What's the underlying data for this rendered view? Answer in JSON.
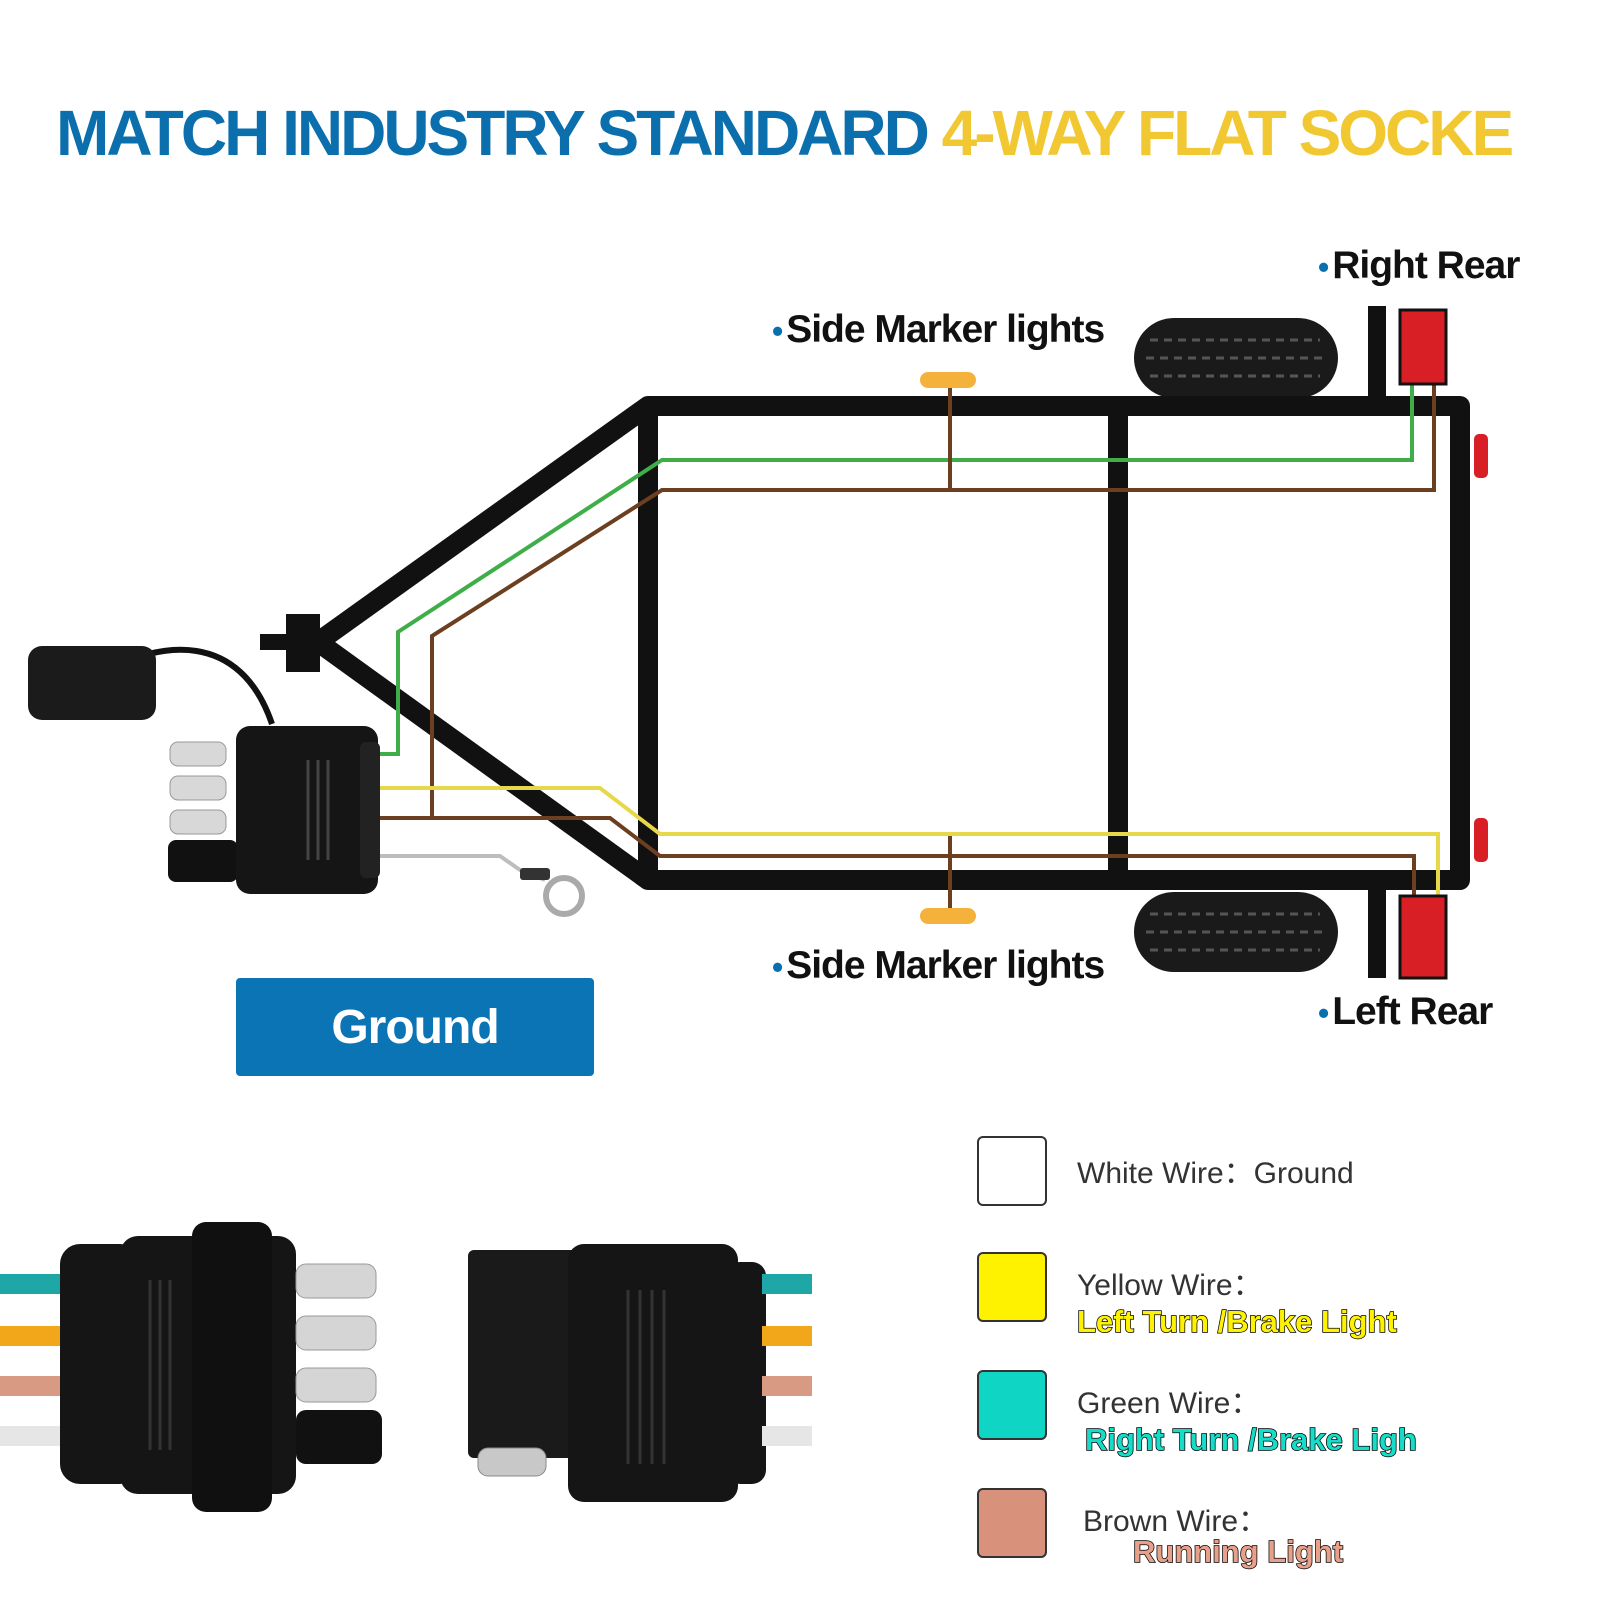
{
  "title": {
    "part1": "MATCH INDUSTRY STANDARD",
    "part2": "4-WAY FLAT SOCKE"
  },
  "labels": {
    "right_rear": "Right Rear",
    "left_rear": "Left Rear",
    "side_marker_top": "Side Marker lights",
    "side_marker_bottom": "Side Marker lights",
    "bullet": "•"
  },
  "ground_button": {
    "label": "Ground"
  },
  "legend": [
    {
      "wire": "White Wire：Ground",
      "desc": "",
      "color": "#ffffff",
      "desc_color": ""
    },
    {
      "wire": "Yellow Wire：",
      "desc": "Left  Turn /Brake  Light",
      "color": "#fff200",
      "desc_color": "#fff200"
    },
    {
      "wire": "Green Wire：",
      "desc": "Right Turn /Brake Ligh",
      "color": "#0fd6c4",
      "desc_color": "#16dcc8"
    },
    {
      "wire": "Brown Wire：",
      "desc": "Running Light",
      "color": "#d8917a",
      "desc_color": "#e7a18a"
    }
  ],
  "colors": {
    "frame": "#111111",
    "wire_green": "#3fae49",
    "wire_brown": "#6b3f1f",
    "wire_yellow": "#e6d84a",
    "wire_white": "#bdbdbd",
    "marker_amber": "#f4b23c",
    "tail_red": "#d81f26",
    "cable_teal": "#1fa7a7",
    "cable_orange": "#f2a71a",
    "cable_salmon": "#d99a83",
    "cable_white": "#e6e6e6"
  }
}
